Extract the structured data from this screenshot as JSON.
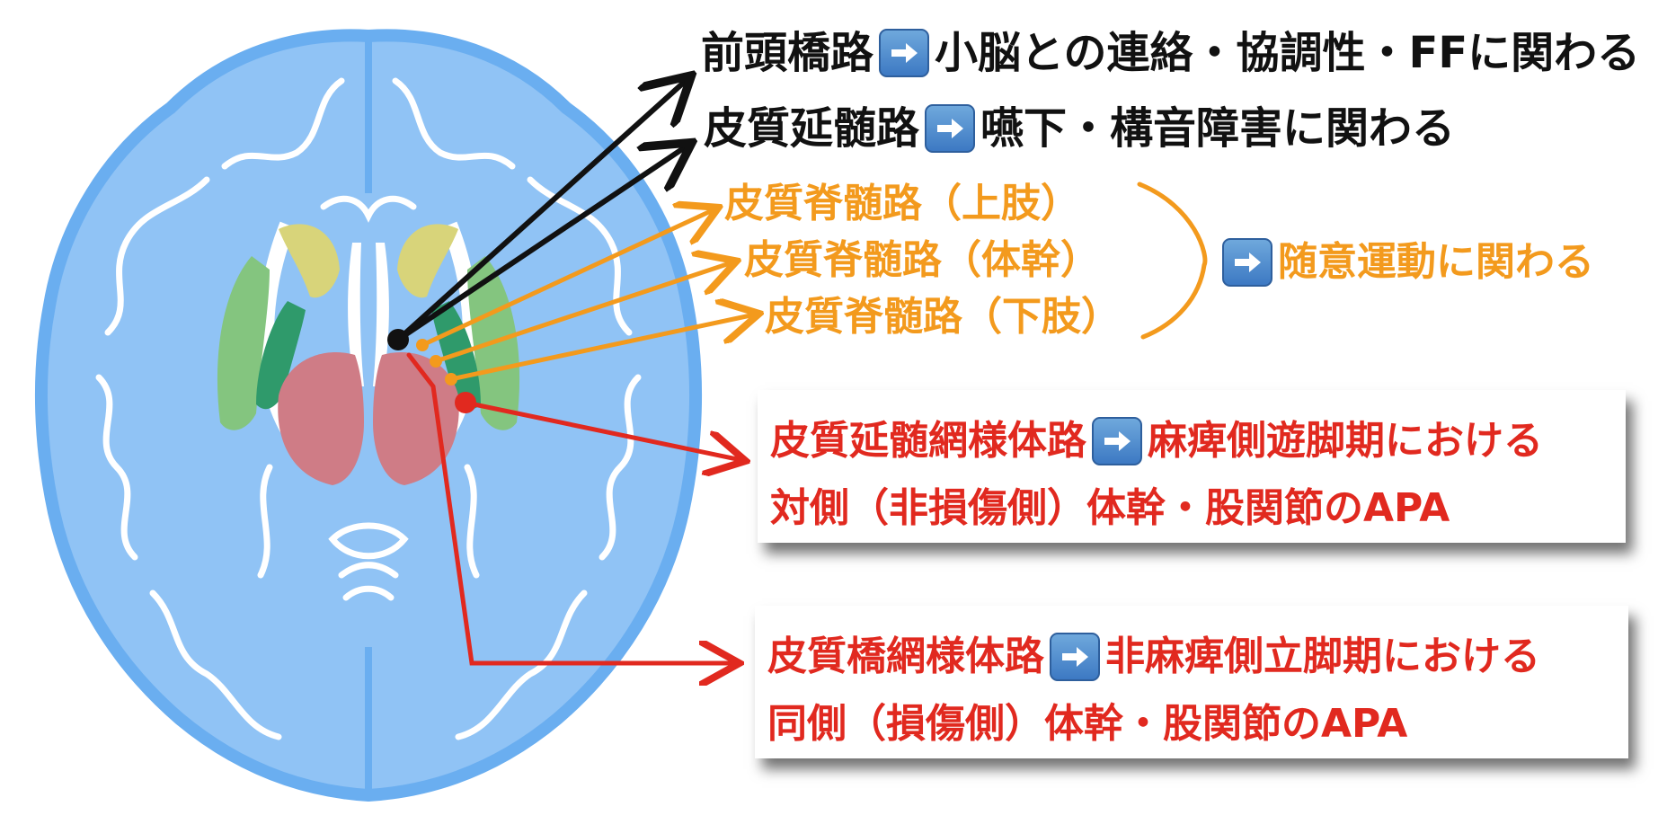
{
  "colors": {
    "black": "#111111",
    "orange": "#f39a1d",
    "red": "#e1291f",
    "brain_fill": "#90c3f5",
    "brain_outline": "#6aaef0",
    "white_matter": "#ffffff",
    "caudate": "#d8d47a",
    "putamen_light": "#84c57f",
    "putamen_dark": "#2f9a6b",
    "thalamus": "#cf7c86"
  },
  "labels": {
    "frontopontine": {
      "pre": "前頭橋路",
      "post": "小脳との連絡・協調性・FFに関わる"
    },
    "corticobulbar": {
      "pre": "皮質延髄路",
      "post": "嚥下・構音障害に関わる"
    },
    "cst_upper": "皮質脊髄路（上肢）",
    "cst_trunk": "皮質脊髄路（体幹）",
    "cst_lower": "皮質脊髄路（下肢）",
    "voluntary": "随意運動に関わる"
  },
  "cards": {
    "cortico_reticulospinal_medullary": {
      "line1_pre": "皮質延髄網様体路",
      "line1_post": "麻痺側遊脚期における",
      "line2": "対側（非損傷側）体幹・股関節のAPA"
    },
    "cortico_reticulospinal_pontine": {
      "line1_pre": "皮質橋網様体路",
      "line1_post": "非麻痺側立脚期における",
      "line2": "同側（損傷側）体幹・股関節のAPA"
    }
  },
  "icons": [
    "right-arrow-emoji-icon"
  ]
}
